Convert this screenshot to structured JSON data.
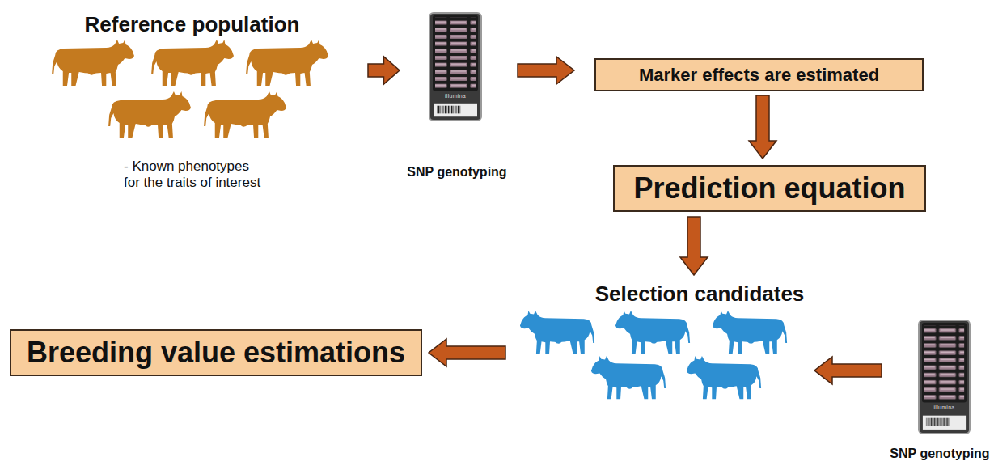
{
  "diagram": {
    "nodes": [
      {
        "text": [
          "Reference population",
          "- Known phenotypes for the traits of interest"
        ]
      },
      {
        "text": [
          "SNP genotyping"
        ]
      },
      {
        "text": [
          "Marker effects are estimated"
        ]
      },
      {
        "text": [
          "Prediction equation"
        ]
      },
      {
        "text": [
          "Selection candidates"
        ]
      },
      {
        "text": [
          "SNP genotyping"
        ]
      },
      {
        "text": [
          "Breeding value estimations"
        ]
      }
    ],
    "edges": [
      {
        "from": 0,
        "to": 1,
        "arrow": "to"
      },
      {
        "from": 1,
        "to": 2,
        "arrow": "to"
      },
      {
        "from": 2,
        "to": 3,
        "arrow": "to"
      },
      {
        "from": 3,
        "to": 4,
        "arrow": "to"
      },
      {
        "from": 5,
        "to": 4,
        "arrow": "to"
      },
      {
        "from": 4,
        "to": 6,
        "arrow": "to"
      }
    ],
    "labels": [
      "illumina",
      "illumina"
    ]
  }
}
